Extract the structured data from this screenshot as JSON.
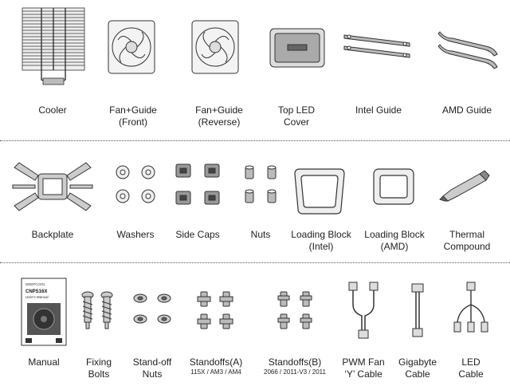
{
  "row1": [
    {
      "id": "cooler",
      "lines": [
        "Cooler"
      ]
    },
    {
      "id": "fan-front",
      "lines": [
        "Fan+Guide",
        "(Front)"
      ]
    },
    {
      "id": "fan-reverse",
      "lines": [
        "Fan+Guide",
        "(Reverse)"
      ]
    },
    {
      "id": "top-led",
      "lines": [
        "Top LED",
        "Cover"
      ]
    },
    {
      "id": "intel-guide",
      "lines": [
        "Intel Guide"
      ]
    },
    {
      "id": "amd-guide",
      "lines": [
        "AMD Guide"
      ]
    }
  ],
  "row2": [
    {
      "id": "backplate",
      "lines": [
        "Backplate"
      ]
    },
    {
      "id": "washers",
      "lines": [
        "Washers"
      ]
    },
    {
      "id": "side-caps",
      "lines": [
        "Side Caps"
      ]
    },
    {
      "id": "nuts",
      "lines": [
        "Nuts"
      ]
    },
    {
      "id": "loading-intel",
      "lines": [
        "Loading Block",
        "(Intel)"
      ]
    },
    {
      "id": "loading-amd",
      "lines": [
        "Loading Block",
        "(AMD)"
      ]
    },
    {
      "id": "thermal",
      "lines": [
        "Thermal",
        "Compound"
      ]
    }
  ],
  "row3": [
    {
      "id": "manual",
      "lines": [
        "Manual"
      ]
    },
    {
      "id": "fixing-bolts",
      "lines": [
        "Fixing",
        "Bolts"
      ]
    },
    {
      "id": "standoff-nuts",
      "lines": [
        "Stand-off",
        "Nuts"
      ]
    },
    {
      "id": "standoffs-a",
      "lines": [
        "Standoffs(A)"
      ],
      "sub": "115X / AM3 / AM4"
    },
    {
      "id": "standoffs-b",
      "lines": [
        "Standoffs(B)"
      ],
      "sub": "2066 / 2011-V3 / 2011"
    },
    {
      "id": "pwm-cable",
      "lines": [
        "PWM Fan",
        "‘Y’ Cable"
      ]
    },
    {
      "id": "gigabyte-cable",
      "lines": [
        "Gigabyte",
        "Cable"
      ]
    },
    {
      "id": "led-cable",
      "lines": [
        "LED",
        "Cable"
      ]
    }
  ],
  "manual_cover": {
    "brand": "DEEPCOOL",
    "model": "CNPS16X",
    "doc": "User's Manual"
  }
}
